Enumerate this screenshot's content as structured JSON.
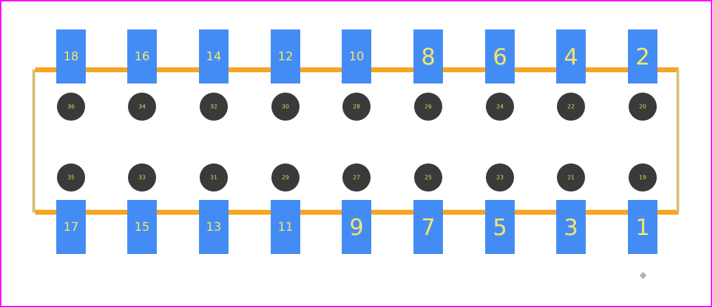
{
  "colors": {
    "border": "#ff00ff",
    "outline": "#f5a623",
    "outline_side": "#d9c27a",
    "pad": "#448cf5",
    "hole": "#3a3a3a",
    "pad_text": "#f5e66a",
    "hole_text": "#e6d45a",
    "marker": "#b0b0b0"
  },
  "top_pads": [
    "18",
    "16",
    "14",
    "12",
    "10",
    "8",
    "6",
    "4",
    "2"
  ],
  "bottom_pads": [
    "17",
    "15",
    "13",
    "11",
    "9",
    "7",
    "5",
    "3",
    "1"
  ],
  "top_holes": [
    "36",
    "34",
    "32",
    "30",
    "28",
    "26",
    "24",
    "22",
    "20"
  ],
  "bottom_holes": [
    "35",
    "33",
    "31",
    "29",
    "27",
    "25",
    "23",
    "21",
    "19"
  ]
}
